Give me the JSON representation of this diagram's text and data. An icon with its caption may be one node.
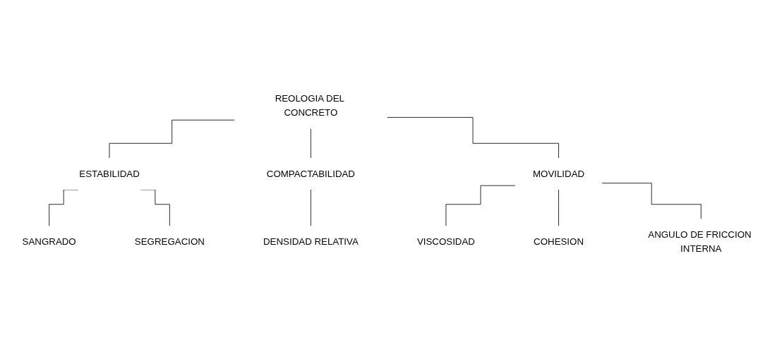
{
  "diagram": {
    "nodes": [
      {
        "text": [
          "REOLOGIA DEL CONCRETO"
        ]
      },
      {
        "text": [
          "ESTABILIDAD"
        ]
      },
      {
        "text": [
          "COMPACTABILIDAD"
        ]
      },
      {
        "text": [
          "MOVILIDAD"
        ]
      },
      {
        "text": [
          "SANGRADO"
        ]
      },
      {
        "text": [
          "SEGREGACION"
        ]
      },
      {
        "text": [
          "DENSIDAD RELATIVA"
        ]
      },
      {
        "text": [
          "VISCOSIDAD"
        ]
      },
      {
        "text": [
          "COHESION"
        ]
      },
      {
        "text": [
          "ANGULO DE FRICCION INTERNA"
        ]
      }
    ],
    "edges": [
      {
        "from": 0,
        "to": 1,
        "arrow": "none"
      },
      {
        "from": 0,
        "to": 2,
        "arrow": "none"
      },
      {
        "from": 0,
        "to": 3,
        "arrow": "none"
      },
      {
        "from": 1,
        "to": 4,
        "arrow": "none"
      },
      {
        "from": 1,
        "to": 5,
        "arrow": "none"
      },
      {
        "from": 2,
        "to": 6,
        "arrow": "none"
      },
      {
        "from": 3,
        "to": 7,
        "arrow": "none"
      },
      {
        "from": 3,
        "to": 8,
        "arrow": "none"
      },
      {
        "from": 3,
        "to": 9,
        "arrow": "none"
      }
    ]
  }
}
